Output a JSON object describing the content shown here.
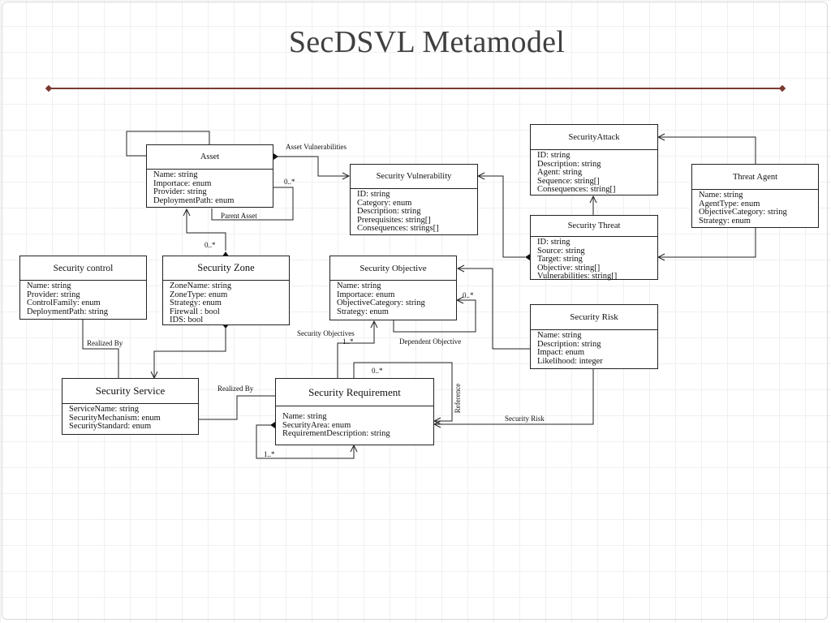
{
  "title": "SecDSVL Metamodel",
  "classes": {
    "asset": {
      "name": "Asset",
      "attrs": [
        "Name: string",
        "Importace: enum",
        "Provider: string",
        "DeploymentPath: enum"
      ]
    },
    "vuln": {
      "name": "Security Vulnerability",
      "attrs": [
        "ID: string",
        "Category: enum",
        "Description: string",
        "Prerequisites: string[]",
        "Consequences: strings[]"
      ]
    },
    "attack": {
      "name": "SecurityAttack",
      "attrs": [
        "ID: string",
        "Description: string",
        "Agent: string",
        "Sequence: string[]",
        "Consequences: string[]"
      ]
    },
    "agent": {
      "name": "Threat Agent",
      "attrs": [
        "Name: string",
        "AgentType: enum",
        "ObjectiveCategory: string",
        "Strategy: enum"
      ]
    },
    "threat": {
      "name": "Security Threat",
      "attrs": [
        "ID: string",
        "Source: string",
        "Target: string",
        "Objective: string[]",
        "Vulnerabilities: string[]"
      ]
    },
    "control": {
      "name": "Security control",
      "attrs": [
        "Name: string",
        "Provider: string",
        "ControlFamily: enum",
        "DeploymentPath: string"
      ]
    },
    "zone": {
      "name": "Security Zone",
      "attrs": [
        "ZoneName: string",
        "ZoneType: enum",
        "Strategy: enum",
        "Firewall : bool",
        "IDS: bool"
      ]
    },
    "objective": {
      "name": "Security Objective",
      "attrs": [
        "Name: string",
        "Importace: enum",
        "ObjectiveCategory: string",
        "Strategy: enum"
      ]
    },
    "risk": {
      "name": "Security Risk",
      "attrs": [
        "Name: string",
        "Description: string",
        "Impact: enum",
        "Likelihood: integer"
      ]
    },
    "service": {
      "name": "Security Service",
      "attrs": [
        "ServiceName: string",
        "SecurityMechanism: enum",
        "SecurityStandard: enum"
      ]
    },
    "requirement": {
      "name": "Security Requirement",
      "attrs": [
        "Name: string",
        "SecurityArea: enum",
        "RequirementDescription: string"
      ]
    }
  },
  "labels": {
    "asset_vulnerabilities": "Asset Vulnerabilities",
    "asset_mult": "0..*",
    "parent_asset": "Parent Asset",
    "zone_mult": "0..*",
    "realized_by_1": "Realized By",
    "realized_by_2": "Realized By",
    "security_objectives": "Security Objectives",
    "objectives_mult": "1..*",
    "objective_mult": "0..*",
    "dependent_objective": "Dependent Objective",
    "requirement_mult": "0..*",
    "reference": "Reference",
    "security_risk": "Security Risk",
    "requirement_self_mult": "1..*"
  }
}
